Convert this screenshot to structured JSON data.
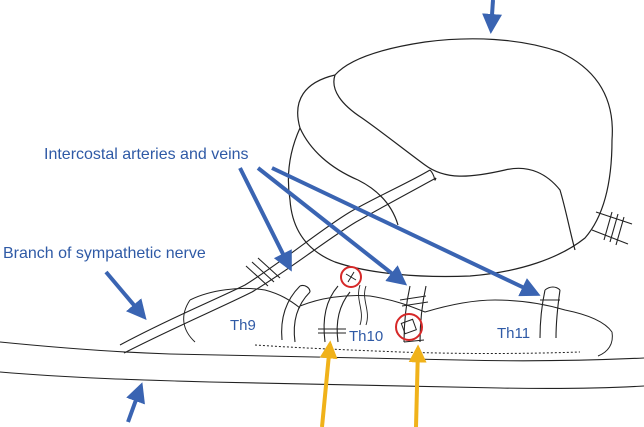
{
  "labels": {
    "intercostal": "Intercostal arteries and veins",
    "sympathetic": "Branch of sympathetic nerve",
    "th9": "Th9",
    "th10": "Th10",
    "th11": "Th11"
  },
  "colors": {
    "label_text": "#2f5aa6",
    "blue_arrow": "#3a64b2",
    "yellow_arrow": "#f0b21a",
    "red_circle": "#d62828",
    "line_art": "#222222"
  }
}
